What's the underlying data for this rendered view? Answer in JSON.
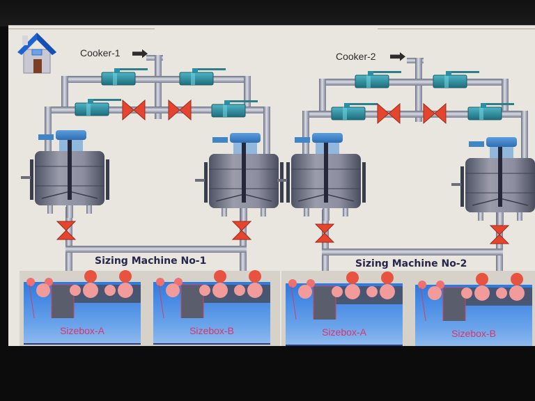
{
  "screen": {
    "home_button": {
      "icon": "home-icon"
    },
    "cookers": [
      {
        "label": "Cooker-1",
        "arrow": "right-arrow"
      },
      {
        "label": "Cooker-2",
        "arrow": "right-arrow"
      }
    ],
    "machines": [
      {
        "title": "Sizing Machine No-1",
        "sizeboxes": [
          {
            "label": "Sizebox-A"
          },
          {
            "label": "Sizebox-B"
          }
        ]
      },
      {
        "title": "Sizing Machine No-2",
        "sizeboxes": [
          {
            "label": "Sizebox-A"
          },
          {
            "label": "Sizebox-B"
          }
        ]
      }
    ]
  },
  "colors": {
    "pipe": "#9ea1b3",
    "ball_valve": "#2a8fa0",
    "butterfly_valve": "#e5452f",
    "tank_lid": "#3f86c8",
    "sizebox_liquid": "#3c86e4",
    "roller": "#ef8a8a",
    "label_text": "#d8356e"
  }
}
